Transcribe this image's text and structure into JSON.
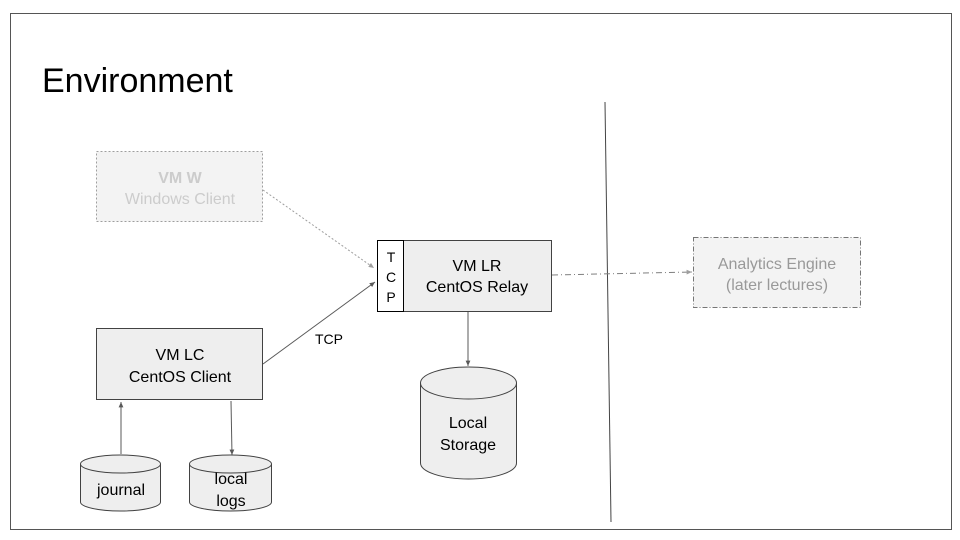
{
  "slide": {
    "title": "Environment"
  },
  "nodes": {
    "vm_w": {
      "line1": "VM W",
      "line2": "Windows Client"
    },
    "vm_lr": {
      "line1": "VM LR",
      "line2": "CentOS Relay"
    },
    "tcp_port": {
      "letters": [
        "T",
        "C",
        "P"
      ]
    },
    "vm_lc": {
      "line1": "VM LC",
      "line2": "CentOS Client"
    },
    "analytics": {
      "line1": "Analytics Engine",
      "line2": "(later lectures)"
    },
    "local_storage": {
      "line1": "Local",
      "line2": "Storage"
    },
    "journal": {
      "label": "journal"
    },
    "local_logs": {
      "line1": "local",
      "line2": "logs"
    }
  },
  "edges": {
    "tcp_label": "TCP"
  },
  "colors": {
    "box_fill": "#eeeeee",
    "box_stroke": "#424242",
    "faded_fill": "#f3f3f3",
    "faded_stroke": "#9e9e9e",
    "faded_text": "#cccccc",
    "analytics_text": "#999999",
    "line": "#595959",
    "text": "#000000"
  }
}
